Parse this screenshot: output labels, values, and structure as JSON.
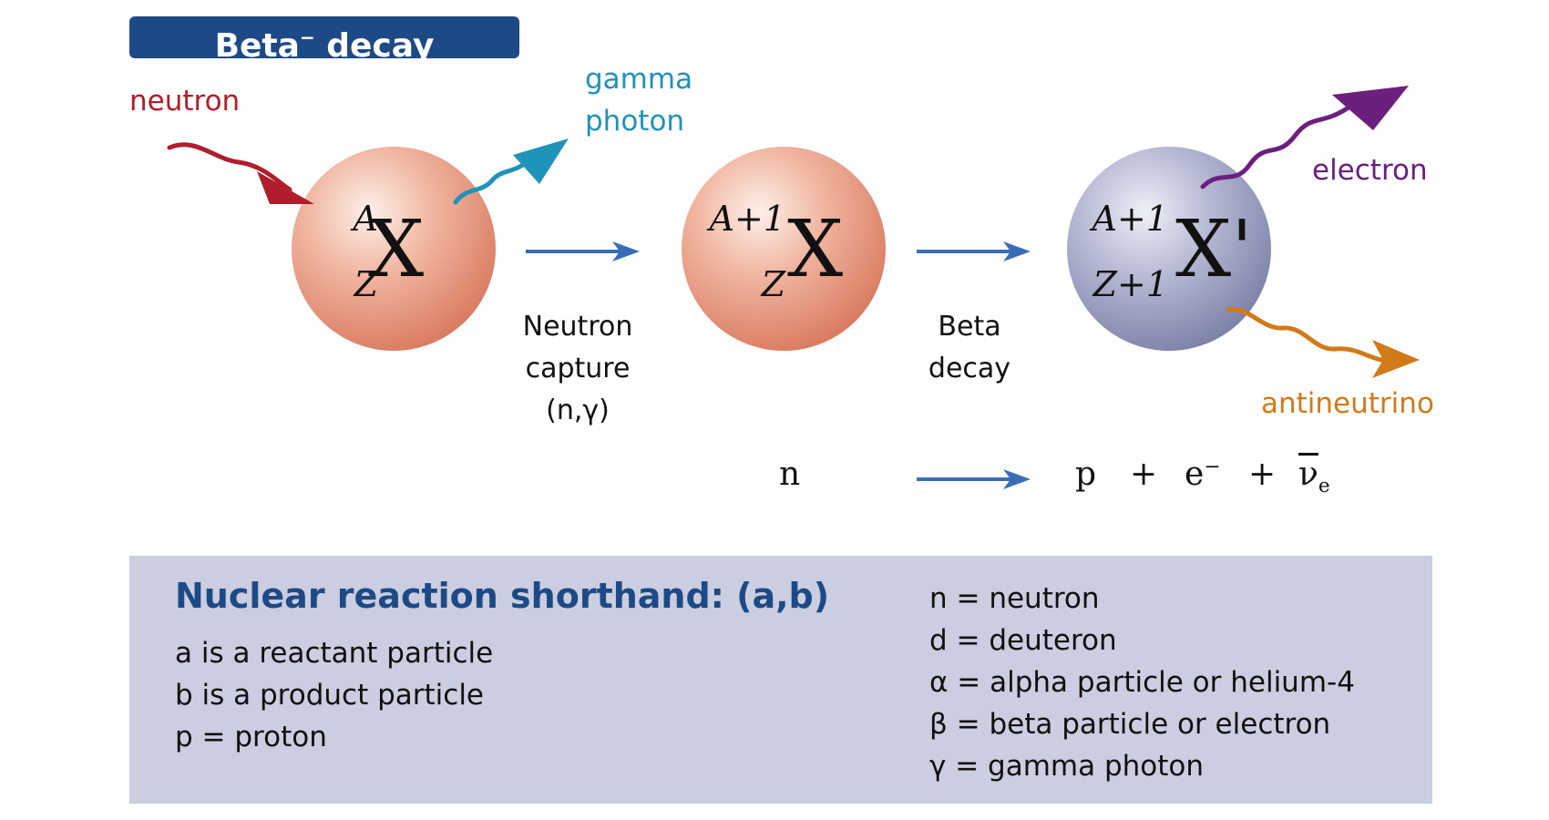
{
  "header": {
    "title_main": "Beta",
    "title_sup": "−",
    "title_end": " decay"
  },
  "labels": {
    "neutron": "neutron",
    "gamma_line1": "gamma",
    "gamma_line2": "photon",
    "electron": "electron",
    "antineutrino": "antineutrino"
  },
  "steps": {
    "capture_line1": "Neutron",
    "capture_line2": "capture",
    "capture_line3": "(n,γ)",
    "beta_line1": "Beta",
    "beta_line2": "decay"
  },
  "nuclides": {
    "n1": {
      "mass": "A",
      "atomic": "Z",
      "symbol": "X"
    },
    "n2": {
      "mass": "A+1",
      "atomic": "Z",
      "symbol": "X"
    },
    "n3": {
      "mass": "A+1",
      "atomic": "Z+1",
      "symbol": "X'"
    }
  },
  "equation": {
    "lhs": "n",
    "p": "p",
    "plus1": "+",
    "e": "e",
    "e_sup": "−",
    "plus2": "+",
    "nu": "ν",
    "nu_sub": "e"
  },
  "legend": {
    "title": "Nuclear reaction shorthand: (a,b)",
    "left": [
      "a is a reactant particle",
      "b is a product particle",
      "p = proton"
    ],
    "right": [
      "n = neutron",
      "d = deuteron",
      "α = alpha particle or helium-4",
      "β = beta particle or electron",
      "γ = gamma photon"
    ]
  },
  "colors": {
    "title_bg": "#1d4a86",
    "neutron": "#b01e2e",
    "gamma": "#1f93b8",
    "electron": "#6b1f7e",
    "antineutrino": "#d07a1a",
    "process_arrow": "#3a6db5",
    "legend_bg": "#cbcde0"
  }
}
